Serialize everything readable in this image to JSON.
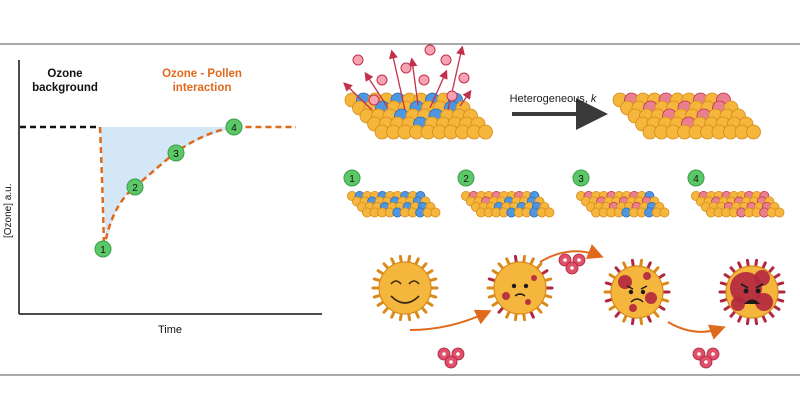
{
  "graph": {
    "label_background_line1": "Ozone",
    "label_background_line2": "background",
    "label_interaction_line1": "Ozone - Pollen",
    "label_interaction_line2": "interaction",
    "ylabel": "[Ozone] a.u.",
    "xlabel": "Time",
    "points": [
      "1",
      "2",
      "3",
      "4"
    ]
  },
  "reaction": {
    "arrow_label": "Heterogeneous, ",
    "arrow_label_k": "k"
  },
  "stages": [
    "1",
    "2",
    "3",
    "4"
  ],
  "colors": {
    "background_text": "#111111",
    "interaction_text": "#e06a1c",
    "dashed_curve": "#e06a1c",
    "shaded_area": "#d4e7f7",
    "marker": "#5cc767",
    "pollen_yellow": "#f4b63c",
    "pollen_outline": "#d98a1a",
    "site_blue": "#4f96e0",
    "site_red": "#e9808f",
    "ozone": "#e0506a",
    "damage": "#b2263f"
  }
}
